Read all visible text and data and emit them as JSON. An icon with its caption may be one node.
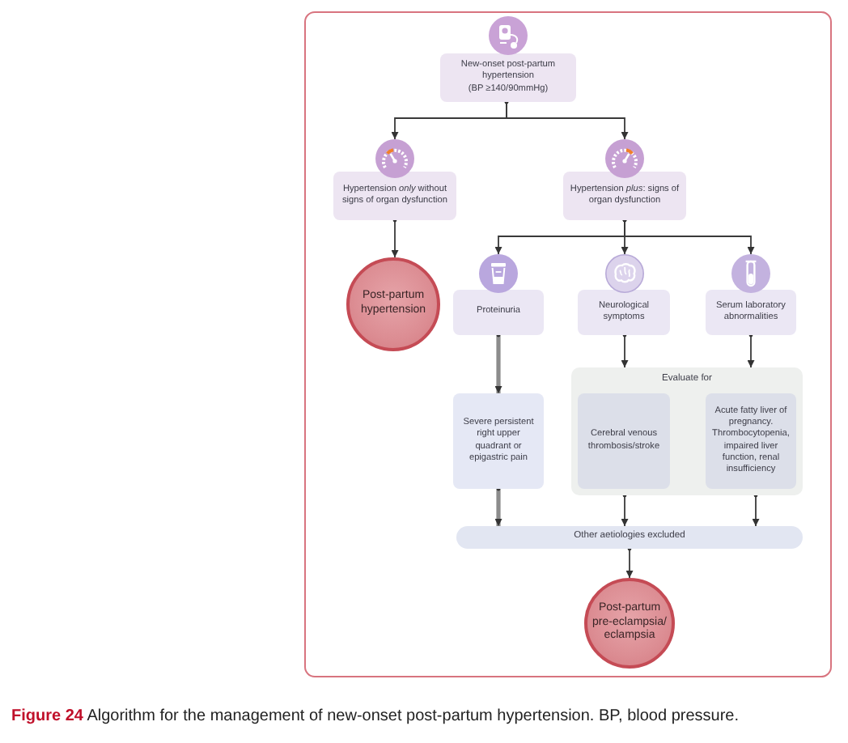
{
  "diagram": {
    "caption": "**Figure 24** Algorithm for the management of new-onset post-partum hypertension. BP, blood pressure.",
    "nodes": [
      {
        "text": [
          "New-onset post-partum hypertension",
          "(BP ≥140/90mmHg)"
        ]
      },
      {
        "text": [
          "Hypertension *only* without signs of organ dysfunction"
        ]
      },
      {
        "text": [
          "Hypertension *plus*: signs of organ dysfunction"
        ]
      },
      {
        "text": [
          "Post-partum hypertension"
        ]
      },
      {
        "text": [
          "Proteinuria"
        ]
      },
      {
        "text": [
          "Neurological symptoms"
        ]
      },
      {
        "text": [
          "Serum laboratory abnormalities"
        ]
      },
      {
        "text": [
          "Severe persistent right upper quadrant or epigastric pain"
        ]
      },
      {
        "text": [
          "Evaluate for"
        ]
      },
      {
        "text": [
          "Cerebral venous thrombosis/stroke"
        ],
        "in": 8
      },
      {
        "text": [
          "Acute fatty liver of pregnancy. Thrombocytopenia, impaired liver function, renal insufficiency"
        ],
        "in": 8
      },
      {
        "text": [
          "Other aetiologies excluded"
        ]
      },
      {
        "text": [
          "Post-partum pre-eclampsia/ eclampsia"
        ]
      }
    ],
    "edges": [
      {
        "from": 0,
        "to": 1,
        "arrow": "to"
      },
      {
        "from": 0,
        "to": 2,
        "arrow": "to"
      },
      {
        "from": 1,
        "to": 3,
        "arrow": "to"
      },
      {
        "from": 2,
        "to": 4,
        "arrow": "to"
      },
      {
        "from": 2,
        "to": 5,
        "arrow": "to"
      },
      {
        "from": 2,
        "to": 6,
        "arrow": "to"
      },
      {
        "from": 4,
        "to": 7,
        "arrow": "to",
        "style": "thick",
        "color": "#8c8c8c"
      },
      {
        "from": 5,
        "to": 8,
        "arrow": "to"
      },
      {
        "from": 6,
        "to": 8,
        "arrow": "to"
      },
      {
        "from": 7,
        "to": 11,
        "arrow": "to",
        "style": "thick",
        "color": "#8c8c8c"
      },
      {
        "from": 8,
        "to": 11,
        "arrow": "to"
      },
      {
        "from": 8,
        "to": 11,
        "arrow": "to"
      },
      {
        "from": 11,
        "to": 12,
        "arrow": "to"
      }
    ]
  }
}
